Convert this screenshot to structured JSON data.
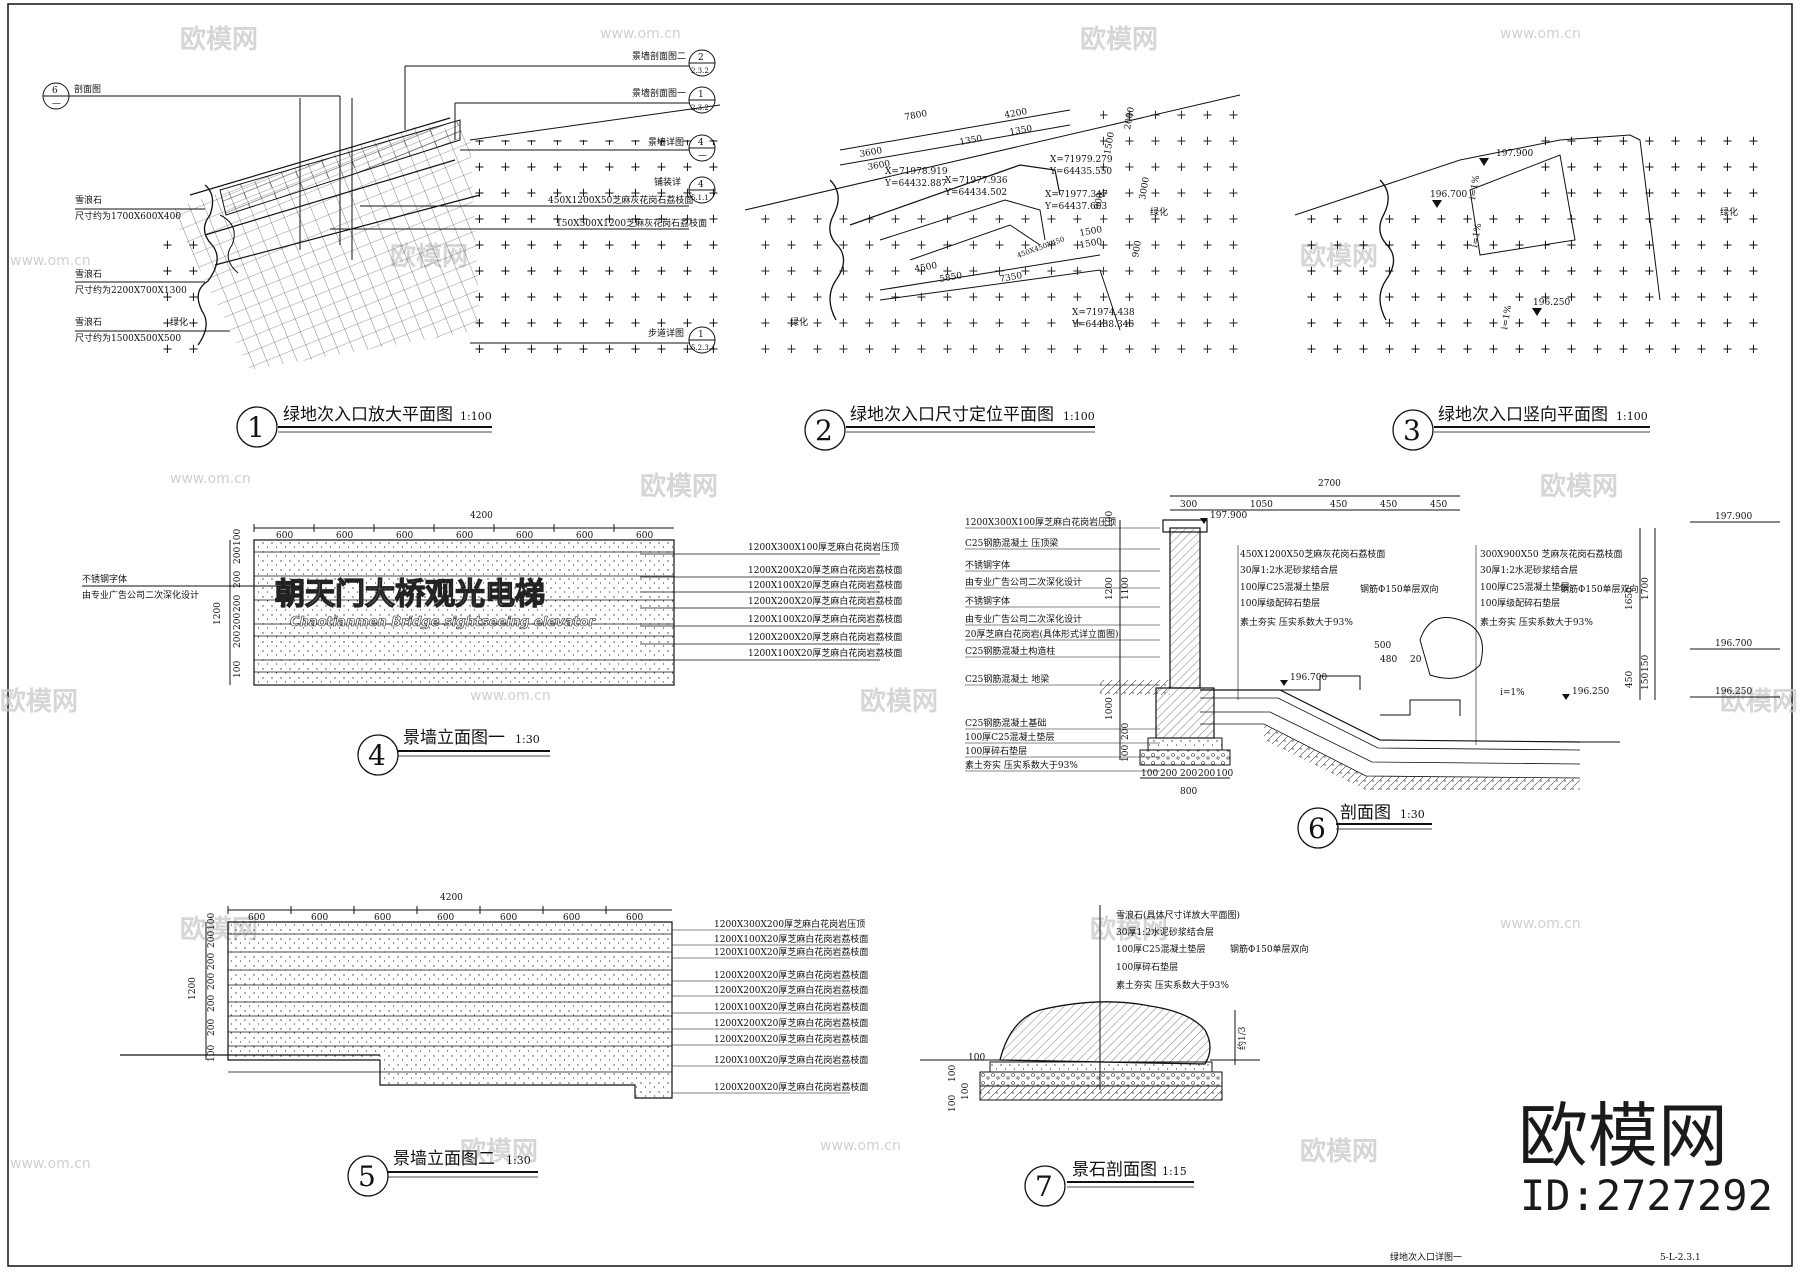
{
  "drawings": {
    "d1": {
      "num": "1",
      "title": "绿地次入口放大平面图",
      "scale": "1:100"
    },
    "d2": {
      "num": "2",
      "title": "绿地次入口尺寸定位平面图",
      "scale": "1:100"
    },
    "d3": {
      "num": "3",
      "title": "绿地次入口竖向平面图",
      "scale": "1:100"
    },
    "d4": {
      "num": "4",
      "title": "景墙立面图一",
      "scale": "1:30"
    },
    "d5": {
      "num": "5",
      "title": "景墙立面图二",
      "scale": "1:30"
    },
    "d6": {
      "num": "6",
      "title": "剖面图",
      "scale": "1:30"
    },
    "d7": {
      "num": "7",
      "title": "景石剖面图",
      "scale": "1:15"
    }
  },
  "plan1": {
    "labels": {
      "section6": "剖面图",
      "wall_sec2": "景墙剖面图二",
      "wall_sec1": "景墙剖面图一",
      "wall_detail": "景墙详图",
      "paving_detail": "铺装详",
      "stone1": "450X1200X50芝麻灰花岗石荔枝面",
      "stone2": "150X500X1200芝麻灰花岗石荔枝面",
      "rock1": "雪浪石",
      "rock1_size": "尺寸约为1700X600X400",
      "rock2": "雪浪石",
      "rock2_size": "尺寸约为2200X700X1300",
      "rock3": "雪浪石",
      "rock3_size": "尺寸约为1500X500X500",
      "green": "绿化",
      "path_detail": "步道详图"
    },
    "refs": {
      "r6n": "6",
      "r6s": "—",
      "r2n": "2",
      "r2s": "2.3.2",
      "r1n": "1",
      "r1s": "2.3.2",
      "r4n": "4",
      "r4s": "—",
      "r4bn": "4",
      "r4bs": "5.1.1",
      "r5n": "1",
      "r5s": "5.2.3"
    }
  },
  "plan2": {
    "dims": {
      "d7800": "7800",
      "d3600": "3600",
      "d4200": "4200",
      "d3600b": "3600",
      "d1350": "1350",
      "d1350b": "1350",
      "d4500": "4500",
      "d5850": "5850",
      "d7350": "7350",
      "d1500": "1500",
      "d1500b": "1500",
      "d450": "450X450X450",
      "d900": "900",
      "d900b": "900",
      "d3000": "3000",
      "d2000": "2000",
      "d1500c": "1500"
    },
    "coords": {
      "c1x": "X=71979.279",
      "c1y": "Y=64435.550",
      "c2x": "X=71978.919",
      "c2y": "Y=64432.887",
      "c3x": "X=71977.936",
      "c3y": "Y=64434.502",
      "c4x": "X=71977.347",
      "c4y": "Y=64437.603",
      "c5x": "X=71974.438",
      "c5y": "Y=64438.346"
    },
    "green": "绿化"
  },
  "plan3": {
    "e1": "197.900",
    "e2": "196.700",
    "e3": "196.250",
    "s1": "i=1%",
    "s2": "i=1%",
    "s3": "i=1%",
    "green": "绿化"
  },
  "elev4": {
    "total": "4200",
    "seg": [
      "600",
      "600",
      "600",
      "600",
      "600",
      "600",
      "600"
    ],
    "height": "1200",
    "rows": [
      "100",
      "200",
      "200",
      "200",
      "200",
      "200",
      "100"
    ],
    "sign_cn": "朝天门大桥观光电梯",
    "sign_en": "Chaotianmen Bridge sightseeing elevator",
    "left_note1": "不锈钢字体",
    "left_note2": "由专业广告公司二次深化设计",
    "notes": [
      "1200X300X100厚芝麻白花岗岩压顶",
      "1200X200X20厚芝麻白花岗岩荔枝面",
      "1200X100X20厚芝麻白花岗岩荔枝面",
      "1200X200X20厚芝麻白花岗岩荔枝面",
      "1200X100X20厚芝麻白花岗岩荔枝面",
      "1200X200X20厚芝麻白花岗岩荔枝面",
      "1200X100X20厚芝麻白花岗岩荔枝面"
    ]
  },
  "elev5": {
    "total": "4200",
    "seg": [
      "600",
      "600",
      "600",
      "600",
      "600",
      "600",
      "600"
    ],
    "height": "1200",
    "rows": [
      "100",
      "200",
      "200",
      "200",
      "200",
      "200",
      "100"
    ],
    "notes": [
      "1200X300X200厚芝麻白花岗岩压顶",
      "1200X100X20厚芝麻白花岗岩荔枝面",
      "1200X100X20厚芝麻白花岗岩荔枝面",
      "1200X200X20厚芝麻白花岗岩荔枝面",
      "1200X200X20厚芝麻白花岗岩荔枝面",
      "1200X100X20厚芝麻白花岗岩荔枝面",
      "1200X200X20厚芝麻白花岗岩荔枝面",
      "1200X200X20厚芝麻白花岗岩荔枝面",
      "1200X100X20厚芝麻白花岗岩荔枝面",
      "1200X200X20厚芝麻白花岗岩荔枝面"
    ]
  },
  "sec6": {
    "top_dims": [
      "2700",
      "300",
      "1050",
      "450",
      "450",
      "450"
    ],
    "left_notes": [
      "1200X300X100厚芝麻白花岗岩压顶",
      "C25钢筋混凝土 压顶梁",
      "不锈钢字体",
      "由专业广告公司二次深化设计",
      "不锈钢字体",
      "由专业广告公司二次深化设计",
      "20厚芝麻白花岗岩(具体形式详立面图)",
      "C25钢筋混凝土构造柱",
      "C25钢筋混凝土 地梁",
      "C25钢筋混凝土基础",
      "100厚C25混凝土垫层",
      "100厚碎石垫层",
      "素土夯实 压实系数大于93%"
    ],
    "mid_notes": [
      "450X1200X50芝麻灰花岗石荔枝面",
      "30厚1:2水泥砂浆结合层",
      "100厚C25混凝土垫层",
      "钢筋Φ150单层双向",
      "100厚级配碎石垫层",
      "素土夯实 压实系数大于93%"
    ],
    "right_notes": [
      "300X900X50 芝麻灰花岗石荔枝面",
      "30厚1:2水泥砂浆结合层",
      "100厚C25混凝土垫层",
      "钢筋Φ150单层双向",
      "100厚级配碎石垫层",
      "素土夯实 压实系数大于93%"
    ],
    "elev": [
      "197.900",
      "196.700",
      "196.250",
      "197.900",
      "196.700",
      "196.250"
    ],
    "slope": "i=1%",
    "d500": "500",
    "d480": "480",
    "d20": "20",
    "vdims": [
      "100",
      "1200",
      "1100",
      "1000",
      "200",
      "100",
      "1650",
      "1700",
      "150",
      "150",
      "450"
    ],
    "bdims": [
      "100",
      "200",
      "200",
      "200",
      "100",
      "800"
    ]
  },
  "sec7": {
    "notes": [
      "雪浪石(具体尺寸详放大平面图)",
      "30厚1:2水泥砂浆结合层",
      "100厚C25混凝土垫层",
      "钢筋Φ150单层双向",
      "100厚碎石垫层",
      "素土夯实 压实系数大于93%"
    ],
    "d1": "100",
    "d2": "100",
    "d3": "100",
    "d4": "100",
    "h": "约1/3"
  },
  "footer": {
    "sheet_title": "绿地次入口详图一",
    "sheet_no": "5-L-2.3.1"
  },
  "brand": {
    "name": "欧模网",
    "id": "ID:2727292",
    "wm_name": "欧模网",
    "wm_url": "www.om.cn"
  },
  "colors": {
    "line": "#111111",
    "hatch": "#555555",
    "watermark": "#c9c9c9"
  }
}
